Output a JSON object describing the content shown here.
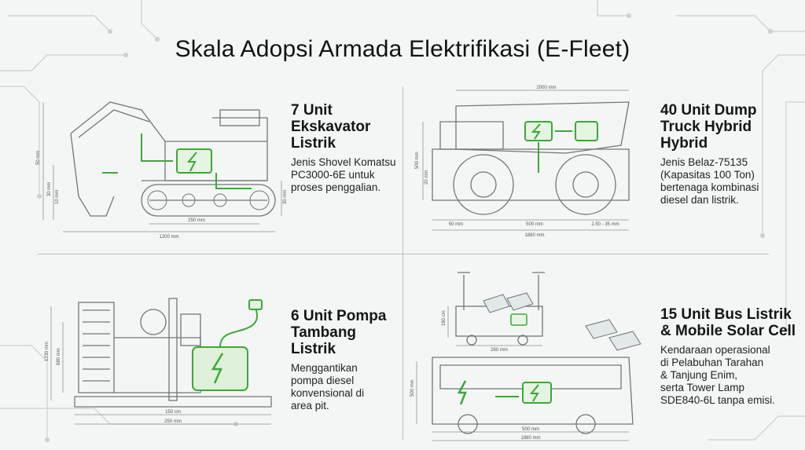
{
  "title": "Skala Adopsi Armada Elektrifikasi (E-Fleet)",
  "colors": {
    "accent_green": "#3aa935",
    "line_gray": "#6f7777",
    "background": "#f4f6f6"
  },
  "panels": [
    {
      "heading": [
        "7 Unit",
        "Ekskavator",
        "Listrik"
      ],
      "description": [
        "Jenis Shovel Komatsu",
        "PC3000-6E untuk",
        "proses penggalian."
      ],
      "dimensions": [
        "250 mm",
        "1200 mm",
        "50 mm",
        "30 mm",
        "10 mm",
        "30 mm"
      ],
      "icons": [
        "battery-icon",
        "excavator-icon"
      ]
    },
    {
      "heading": [
        "40 Unit Dump",
        "Truck Hybrid",
        "Hybrid"
      ],
      "description": [
        "Jenis Belaz-75135",
        "(Kapasitas 100 Ton)",
        "bertenaga kombinasi",
        "diesel dan listrik."
      ],
      "dimensions": [
        "2000 mm",
        "500 mm",
        "20 mm",
        "50 mm",
        "500 mm",
        "2.50 - 35 mm",
        "1880 mm"
      ],
      "icons": [
        "battery-icon",
        "engine-icon",
        "dump-truck-icon"
      ]
    },
    {
      "heading": [
        "6 Unit Pompa",
        "Tambang",
        "Listrik"
      ],
      "description": [
        "Menggantikan",
        "pompa diesel",
        "konvensional di",
        "area pit."
      ],
      "dimensions": [
        "1230 mm",
        "680 mm",
        "150 cm",
        "250 mm"
      ],
      "icons": [
        "plug-icon",
        "motor-icon",
        "pump-icon"
      ]
    },
    {
      "heading": [
        "15 Unit Bus Listrik",
        "& Mobile Solar Cell"
      ],
      "description": [
        "Kendaraan operasional",
        "di Pelabuhan Tarahan",
        "& Tanjung Enim,",
        "serta Tower Lamp",
        "SDE840-6L tanpa emisi."
      ],
      "dimensions": [
        "160 cm",
        "260 mm",
        "500 mm",
        "500 mm",
        "1880 mm"
      ],
      "icons": [
        "solar-panel-icon",
        "tower-lamp-icon",
        "bus-icon",
        "battery-icon"
      ]
    }
  ]
}
